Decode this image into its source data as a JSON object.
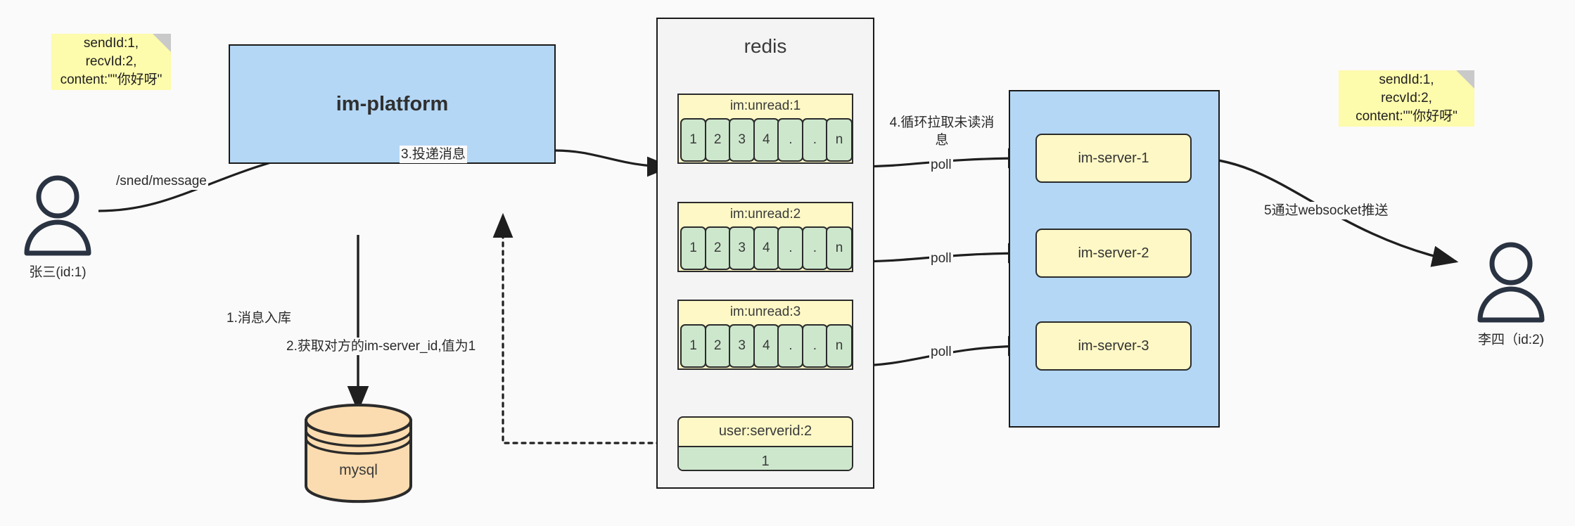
{
  "diagram": {
    "title": "IM message delivery architecture",
    "colors": {
      "background": "#fafafa",
      "note_yellow": "#fdfbac",
      "box_blue": "#b4d7f5",
      "box_yellow": "#fdf8c6",
      "cell_green": "#cde7cd",
      "db_orange": "#fbdcb0",
      "stroke": "#1a1a1a",
      "actor": "#2a3342"
    }
  },
  "notes": {
    "left": "sendId:1,\nrecvId:2,\ncontent:\"\"你好呀\"",
    "right": "sendId:1,\nrecvId:2,\ncontent:\"\"你好呀\""
  },
  "actors": {
    "sender": "张三(id:1)",
    "receiver": "李四（id:2)"
  },
  "platform": {
    "label": "im-platform"
  },
  "database": {
    "label": "mysql"
  },
  "redis": {
    "title": "redis",
    "queues": [
      {
        "key": "im:unread:1",
        "cells": [
          "1",
          "2",
          "3",
          "4",
          ".",
          ".",
          "n"
        ]
      },
      {
        "key": "im:unread:2",
        "cells": [
          "1",
          "2",
          "3",
          "4",
          ".",
          ".",
          "n"
        ]
      },
      {
        "key": "im:unread:3",
        "cells": [
          "1",
          "2",
          "3",
          "4",
          ".",
          ".",
          "n"
        ]
      }
    ],
    "kv": {
      "key": "user:serverid:2",
      "value": "1"
    }
  },
  "servers": {
    "items": [
      {
        "label": "im-server-1"
      },
      {
        "label": "im-server-2"
      },
      {
        "label": "im-server-3"
      }
    ]
  },
  "edges": {
    "send_message": "/sned/message",
    "step1": "1.消息入库",
    "step2": "2.获取对方的im-server_id,值为1",
    "step3": "3.投递消息",
    "step4": "4.循环拉取未读消\n息",
    "step5": "5通过websocket推送",
    "poll1": "poll",
    "poll2": "poll",
    "poll3": "poll"
  }
}
